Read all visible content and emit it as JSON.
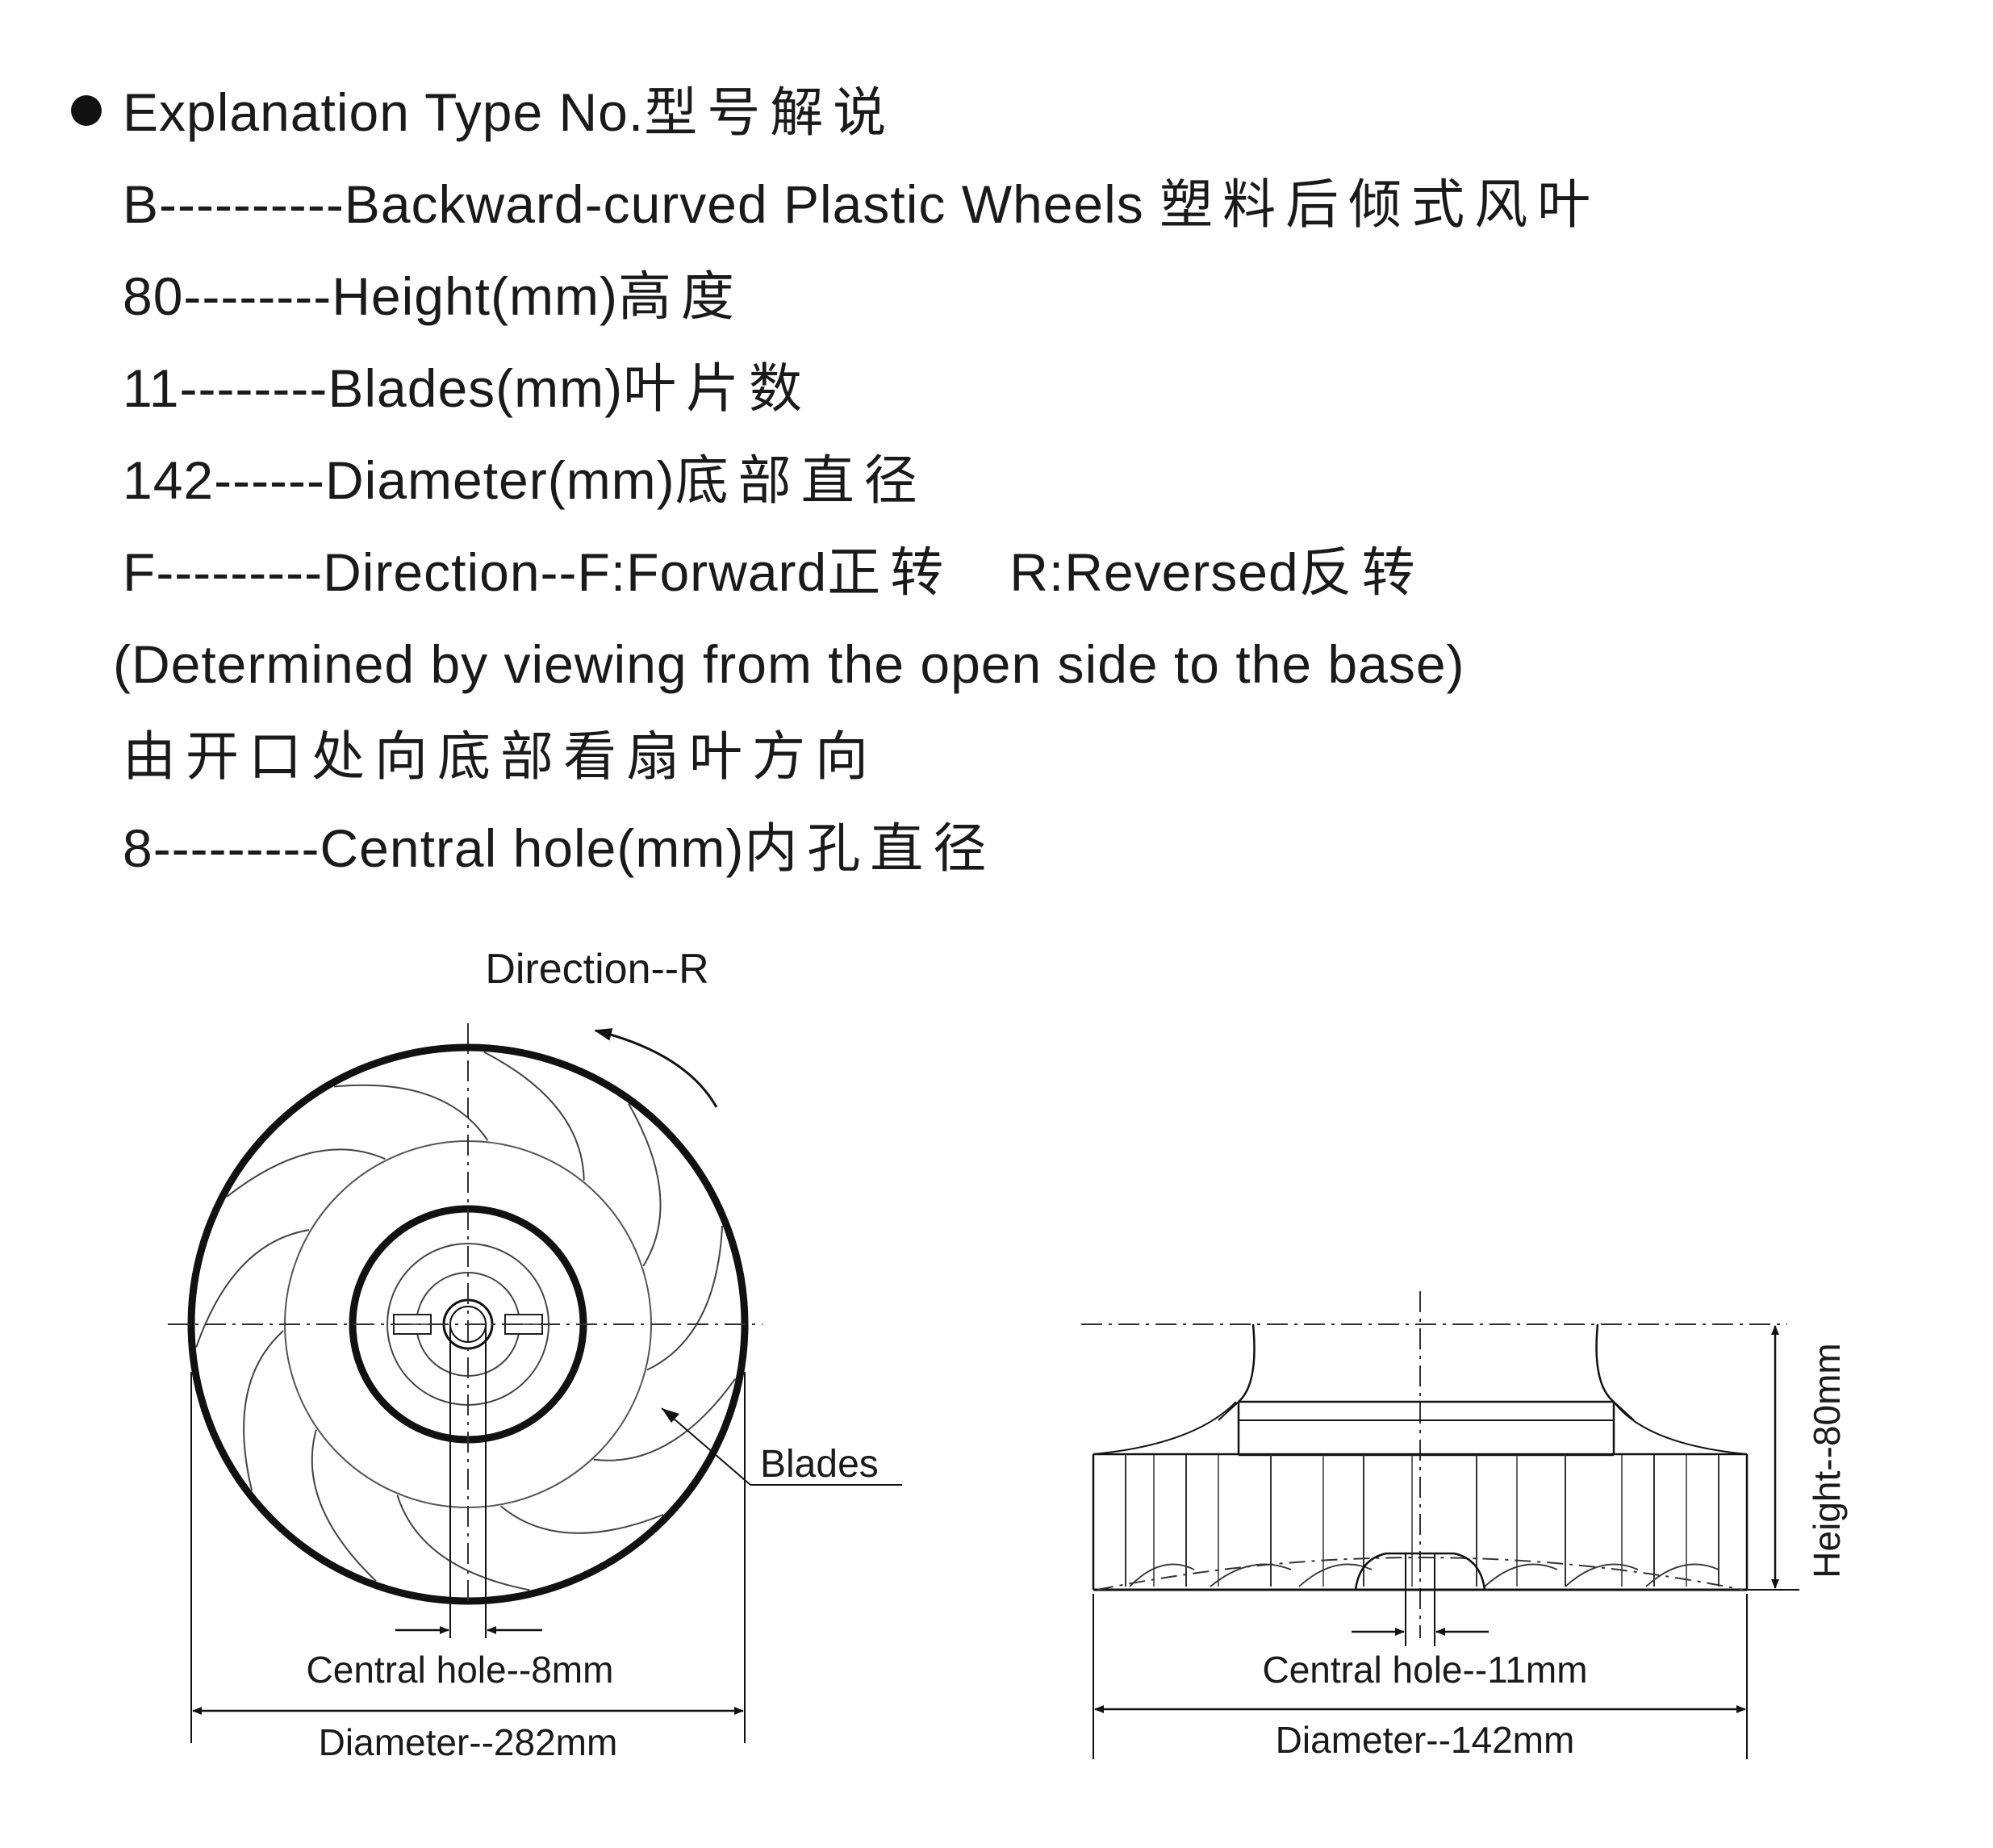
{
  "spec": {
    "heading": "Explanation Type No.",
    "heading_cn": "型号解说",
    "lines": [
      {
        "text": "B----------Backward-curved Plastic Wheels ",
        "cn": "塑料后倾式风叶"
      },
      {
        "text": "80--------Height(mm)",
        "cn": "高度"
      },
      {
        "text": "11--------Blades(mm)",
        "cn": "叶片数"
      },
      {
        "text": "142------Diameter(mm)",
        "cn": "底部直径"
      },
      {
        "text": "F---------Direction--F:Forward",
        "cn": "正转",
        "text2": "R:Reversed",
        "cn2": "反转"
      },
      {
        "text": "(Determined by viewing from the open side to the base)"
      },
      {
        "cn": "由开口处向底部看扇叶方向"
      },
      {
        "text": "8---------Central hole(mm)",
        "cn": "内孔直径"
      }
    ]
  },
  "top_view": {
    "direction_label": "Direction--R",
    "blades_label": "Blades",
    "central_hole_label": "Central hole--8mm",
    "diameter_label": "Diameter--282mm",
    "blade_count": 11
  },
  "side_view": {
    "central_hole_label": "Central hole--11mm",
    "diameter_label": "Diameter--142mm",
    "height_label": "Height--80mm"
  }
}
